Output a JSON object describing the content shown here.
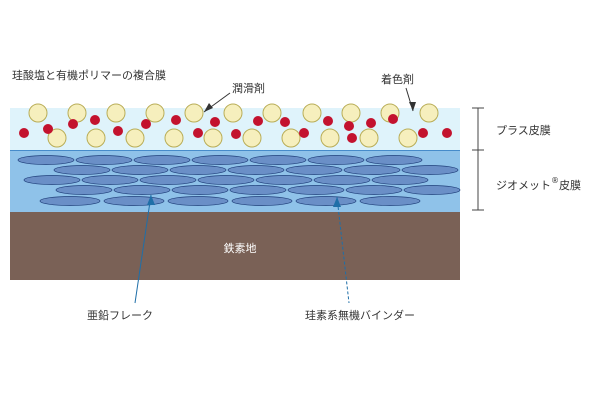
{
  "diagram": {
    "labels": {
      "composite_film": "珪酸塩と有機ポリマーの複合膜",
      "lubricant": "潤滑剤",
      "colorant": "着色剤",
      "plus_film": "プラス皮膜",
      "geomet_film_text": "ジオメット",
      "geomet_film_sup": "®",
      "geomet_film_suffix": "皮膜",
      "iron_substrate": "鉄素地",
      "zinc_flake": "亜鉛フレーク",
      "binder": "珪素系無機バインダー"
    },
    "colors": {
      "top_layer": "#dff3fb",
      "mid_layer": "#8fc2e9",
      "base": "#7a6156",
      "flake_fill": "#6a8fc7",
      "flake_stroke": "#1f3f7a",
      "lubricant_fill": "#f6efbd",
      "lubricant_stroke": "#b9ad57",
      "colorant": "#c3122e",
      "leader": "#1f6fa8"
    }
  }
}
